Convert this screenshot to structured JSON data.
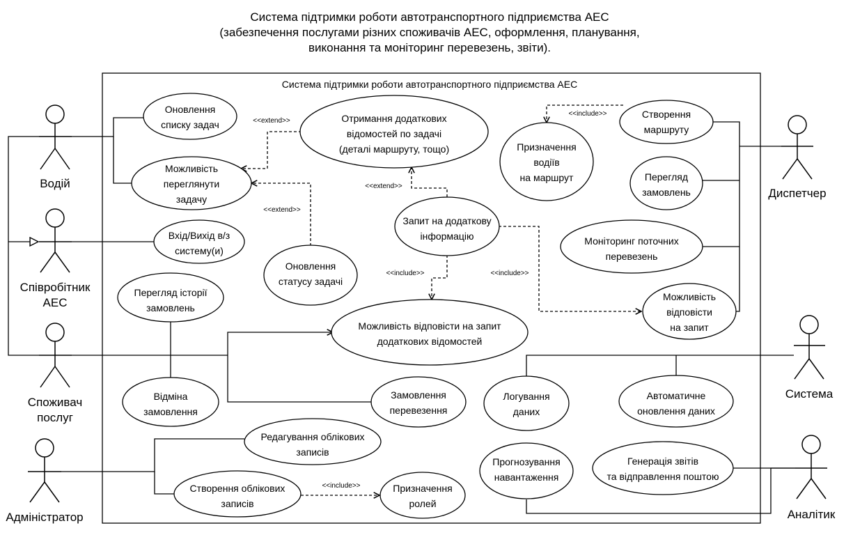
{
  "title": {
    "lines": [
      "Система підтримки роботи автотранспортного підприємства АЕС",
      "(забезпечення послугами різних споживачів АЕС, оформлення, планування,",
      "виконання та моніторинг перевезень, звіти)."
    ]
  },
  "system_boundary": {
    "label": "Система підтримки роботи автотранспортного підприємства АЕС"
  },
  "actors": {
    "driver": [
      "Водій"
    ],
    "employee": [
      "Співробітник",
      "АЕС"
    ],
    "consumer": [
      "Споживач",
      "послуг"
    ],
    "admin": [
      "Адміністратор"
    ],
    "dispatcher": [
      "Диспетчер"
    ],
    "system": [
      "Система"
    ],
    "analyst": [
      "Аналітик"
    ]
  },
  "use_cases": {
    "update_tasks": [
      "Оновлення",
      "списку задач"
    ],
    "view_task": [
      "Можливість",
      "переглянути",
      "задачу"
    ],
    "get_info": [
      "Отримання додаткових",
      "відомостей по задачі",
      "(деталі маршруту, тощо)"
    ],
    "assign_drivers": [
      "Призначення",
      "водіїв",
      "на маршрут"
    ],
    "create_route": [
      "Створення",
      "маршруту"
    ],
    "view_orders": [
      "Перегляд",
      "замовлень"
    ],
    "monitor": [
      "Моніторинг поточних",
      "перевезень"
    ],
    "login": [
      "Вхід/Вихід в/з",
      "систему(и)"
    ],
    "request_info": [
      "Запит на додаткову",
      "інформацію"
    ],
    "update_status": [
      "Оновлення",
      "статусу задачі"
    ],
    "history": [
      "Перегляд історії",
      "замовлень"
    ],
    "reply_request": [
      "Можливість відповісти на запит",
      "додаткових відомостей"
    ],
    "reply": [
      "Можливість",
      "відповісти",
      "на запит"
    ],
    "cancel": [
      "Відміна",
      "замовлення"
    ],
    "order": [
      "Замовлення",
      "перевезення"
    ],
    "logging": [
      "Логування",
      "даних"
    ],
    "auto_update": [
      "Автоматичне",
      "оновлення даних"
    ],
    "edit_accounts": [
      "Редагування облікових",
      "записів"
    ],
    "forecast": [
      "Прогнозування",
      "навантаження"
    ],
    "reports": [
      "Генерація звітів",
      "та відправлення поштою"
    ],
    "create_accounts": [
      "Створення облікових",
      "записів"
    ],
    "assign_roles": [
      "Призначення",
      "ролей"
    ]
  },
  "stereotypes": {
    "extend_1": "<<extend>>",
    "extend_2": "<<extend>>",
    "extend_3": "<<extend>>",
    "include_1": "<<include>>",
    "include_2": "<<include>>",
    "include_3": "<<include>>",
    "include_4": "<<include>>"
  }
}
